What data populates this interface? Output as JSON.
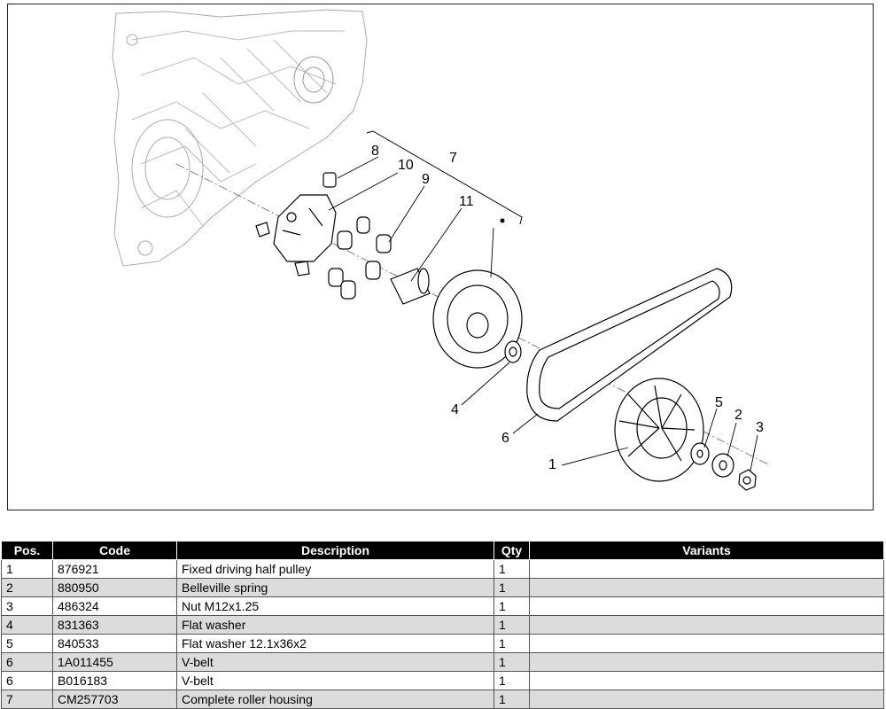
{
  "diagram": {
    "callouts": [
      {
        "label": "1"
      },
      {
        "label": "2"
      },
      {
        "label": "3"
      },
      {
        "label": "4"
      },
      {
        "label": "5"
      },
      {
        "label": "6"
      },
      {
        "label": "7"
      },
      {
        "label": "8"
      },
      {
        "label": "9"
      },
      {
        "label": "10"
      },
      {
        "label": "11"
      }
    ]
  },
  "table": {
    "headers": [
      "Pos.",
      "Code",
      "Description",
      "Qty",
      "Variants"
    ],
    "rows": [
      {
        "pos": "1",
        "code": "876921",
        "description": "Fixed driving half pulley",
        "qty": "1",
        "variants": ""
      },
      {
        "pos": "2",
        "code": "880950",
        "description": "Belleville spring",
        "qty": "1",
        "variants": ""
      },
      {
        "pos": "3",
        "code": "486324",
        "description": "Nut M12x1.25",
        "qty": "1",
        "variants": ""
      },
      {
        "pos": "4",
        "code": "831363",
        "description": "Flat washer",
        "qty": "1",
        "variants": ""
      },
      {
        "pos": "5",
        "code": "840533",
        "description": "Flat washer 12.1x36x2",
        "qty": "1",
        "variants": ""
      },
      {
        "pos": "6",
        "code": "1A011455",
        "description": "V-belt",
        "qty": "1",
        "variants": ""
      },
      {
        "pos": "6",
        "code": "B016183",
        "description": "V-belt",
        "qty": "1",
        "variants": ""
      },
      {
        "pos": "7",
        "code": "CM257703",
        "description": "Complete roller housing",
        "qty": "1",
        "variants": ""
      }
    ]
  }
}
